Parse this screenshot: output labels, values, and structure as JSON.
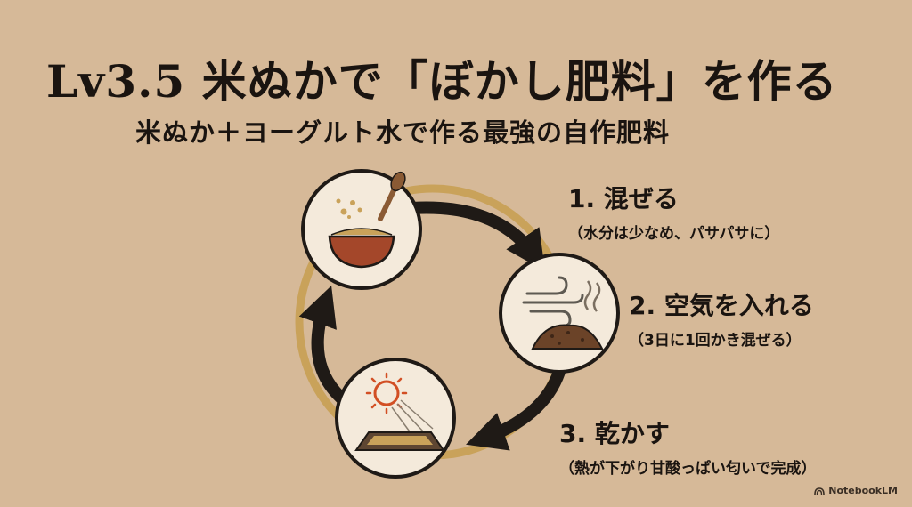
{
  "title": "Lv3.5 米ぬかで「ぼかし肥料」を作る",
  "subtitle": "米ぬか＋ヨーグルト水で作る最強の自作肥料",
  "steps": [
    {
      "label": "1. 混ぜる",
      "note": "（水分は少なめ、パサパサに）",
      "icon": "mixing-bowl-icon"
    },
    {
      "label": "2. 空気を入れる",
      "note": "（3日に1回かき混ぜる）",
      "icon": "wind-compost-icon"
    },
    {
      "label": "3. 乾かす",
      "note": "（熱が下がり甘酸っぱい匂いで完成）",
      "icon": "sun-drying-tray-icon"
    }
  ],
  "watermark": "NotebookLM",
  "colors": {
    "background": "#d6b998",
    "ring": "#c9a25a",
    "arrow": "#1f1a16",
    "circle_fill": "#f4eadb",
    "circle_stroke": "#1f1a16",
    "bowl": "#a4472a",
    "compost": "#6b4328",
    "sun": "#d24f24"
  }
}
